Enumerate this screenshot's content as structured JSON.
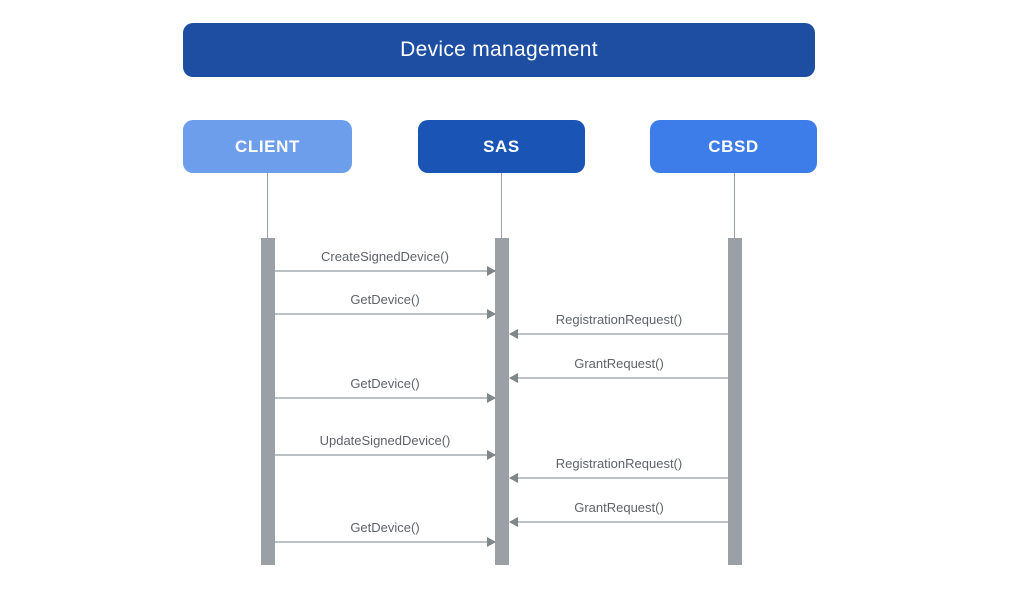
{
  "diagram": {
    "title": "Device management",
    "type": "sequence-diagram",
    "actors": [
      {
        "id": "client",
        "label": "CLIENT",
        "color": "#6D9EEB"
      },
      {
        "id": "sas",
        "label": "SAS",
        "color": "#1A55B5"
      },
      {
        "id": "cbsd",
        "label": "CBSD",
        "color": "#3D7DE9"
      }
    ],
    "messages": [
      {
        "label": "CreateSignedDevice()",
        "from": "CLIENT",
        "to": "SAS",
        "direction": "right"
      },
      {
        "label": "GetDevice()",
        "from": "CLIENT",
        "to": "SAS",
        "direction": "right"
      },
      {
        "label": "RegistrationRequest()",
        "from": "CBSD",
        "to": "SAS",
        "direction": "left"
      },
      {
        "label": "GrantRequest()",
        "from": "CBSD",
        "to": "SAS",
        "direction": "left"
      },
      {
        "label": "GetDevice()",
        "from": "CLIENT",
        "to": "SAS",
        "direction": "right"
      },
      {
        "label": "UpdateSignedDevice()",
        "from": "CLIENT",
        "to": "SAS",
        "direction": "right"
      },
      {
        "label": "RegistrationRequest()",
        "from": "CBSD",
        "to": "SAS",
        "direction": "left"
      },
      {
        "label": "GrantRequest()",
        "from": "CBSD",
        "to": "SAS",
        "direction": "left"
      },
      {
        "label": "GetDevice()",
        "from": "CLIENT",
        "to": "SAS",
        "direction": "right"
      }
    ],
    "colors": {
      "title_bg": "#1D4EA2",
      "client_bg": "#6D9EEB",
      "sas_bg": "#1A55B5",
      "cbsd_bg": "#3D7DE9",
      "lifeline_gray": "#9AA0A6",
      "arrow_line": "#BBC0C5",
      "arrow_head": "#7F868C",
      "message_text": "#5F6368",
      "text_on_blue": "#FFFFFF"
    }
  }
}
